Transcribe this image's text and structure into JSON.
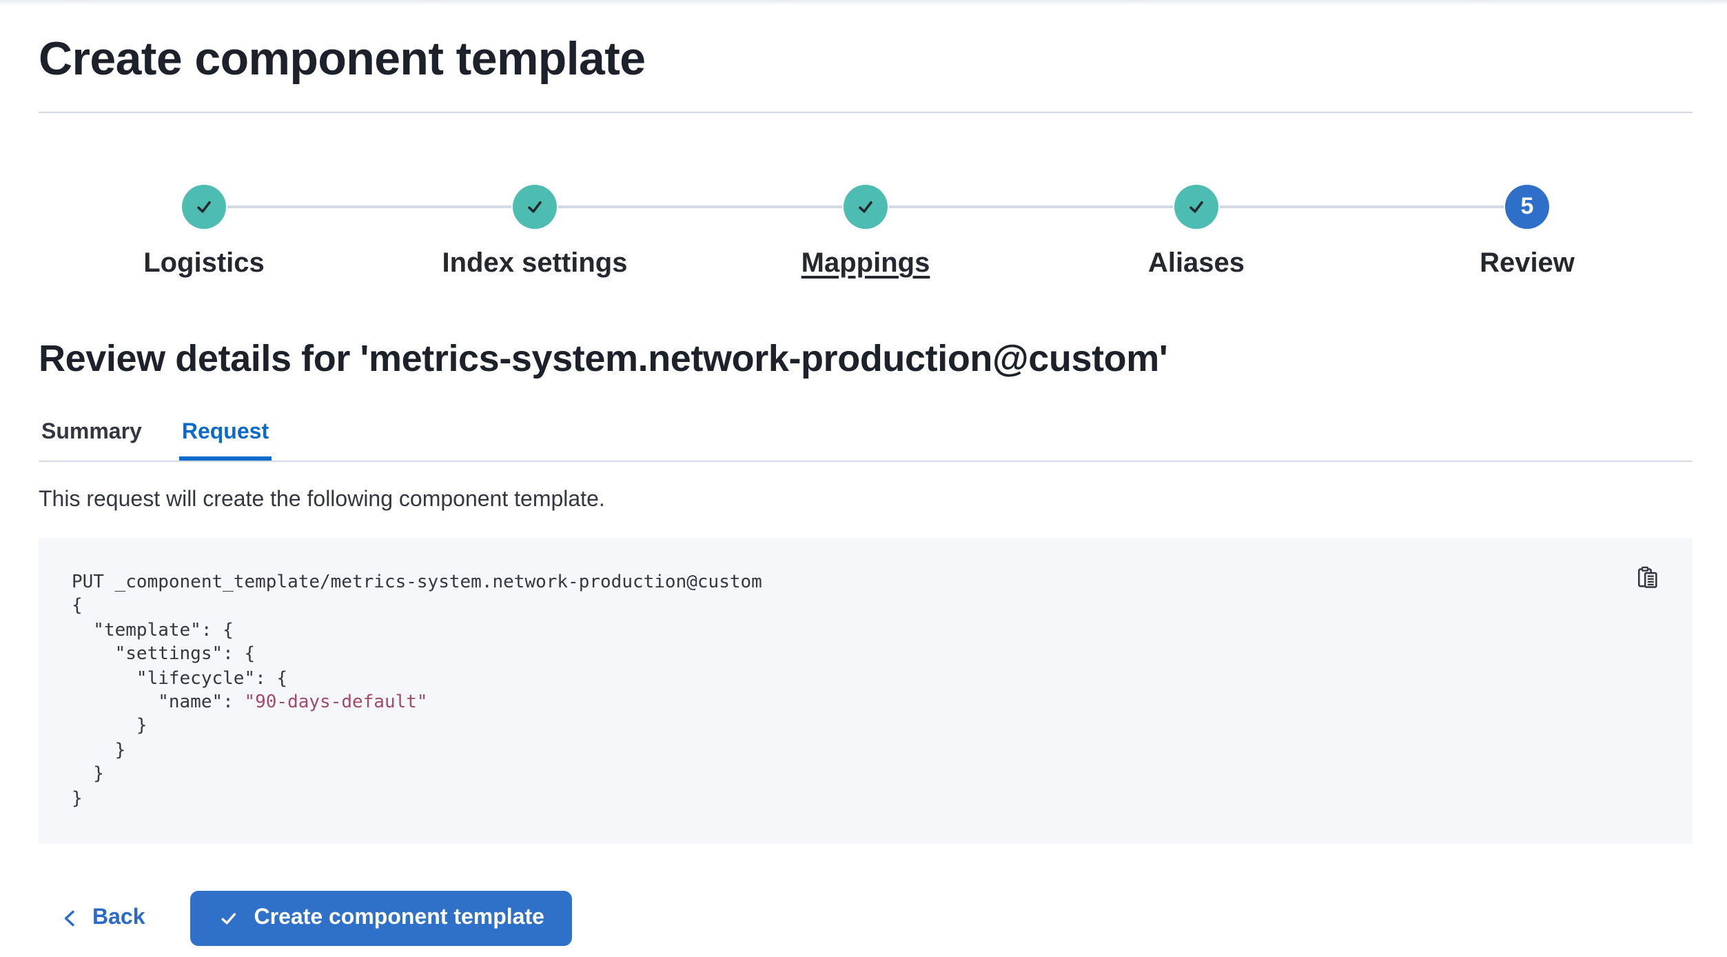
{
  "header": {
    "title": "Create component template"
  },
  "steps": {
    "items": [
      {
        "label": "Logistics",
        "status": "complete"
      },
      {
        "label": "Index settings",
        "status": "complete"
      },
      {
        "label": "Mappings",
        "status": "complete",
        "underlined": true
      },
      {
        "label": "Aliases",
        "status": "complete"
      },
      {
        "label": "Review",
        "status": "current",
        "number": "5"
      }
    ]
  },
  "review": {
    "heading": "Review details for 'metrics-system.network-production@custom'",
    "description": "This request will create the following component template."
  },
  "tabs": [
    {
      "label": "Summary",
      "selected": false
    },
    {
      "label": "Request",
      "selected": true
    }
  ],
  "code": {
    "lines": [
      {
        "t": "PUT _component_template/metrics-system.network-production@custom"
      },
      {
        "t": "{"
      },
      {
        "t": "  \"template\": {"
      },
      {
        "t": "    \"settings\": {"
      },
      {
        "t": "      \"lifecycle\": {"
      },
      {
        "t": "        \"name\": ",
        "s": "\"90-days-default\""
      },
      {
        "t": "      }"
      },
      {
        "t": "    }"
      },
      {
        "t": "  }"
      },
      {
        "t": "}"
      }
    ]
  },
  "footer": {
    "back_label": "Back",
    "create_label": "Create component template"
  },
  "colors": {
    "primary_blue": "#2f70c9",
    "tab_blue": "#0b6bcb",
    "success_teal": "#4dbdb1",
    "divider": "#d3dae6",
    "code_background": "#f6f7fa",
    "code_string": "#a34a68",
    "text_dark": "#343741"
  }
}
